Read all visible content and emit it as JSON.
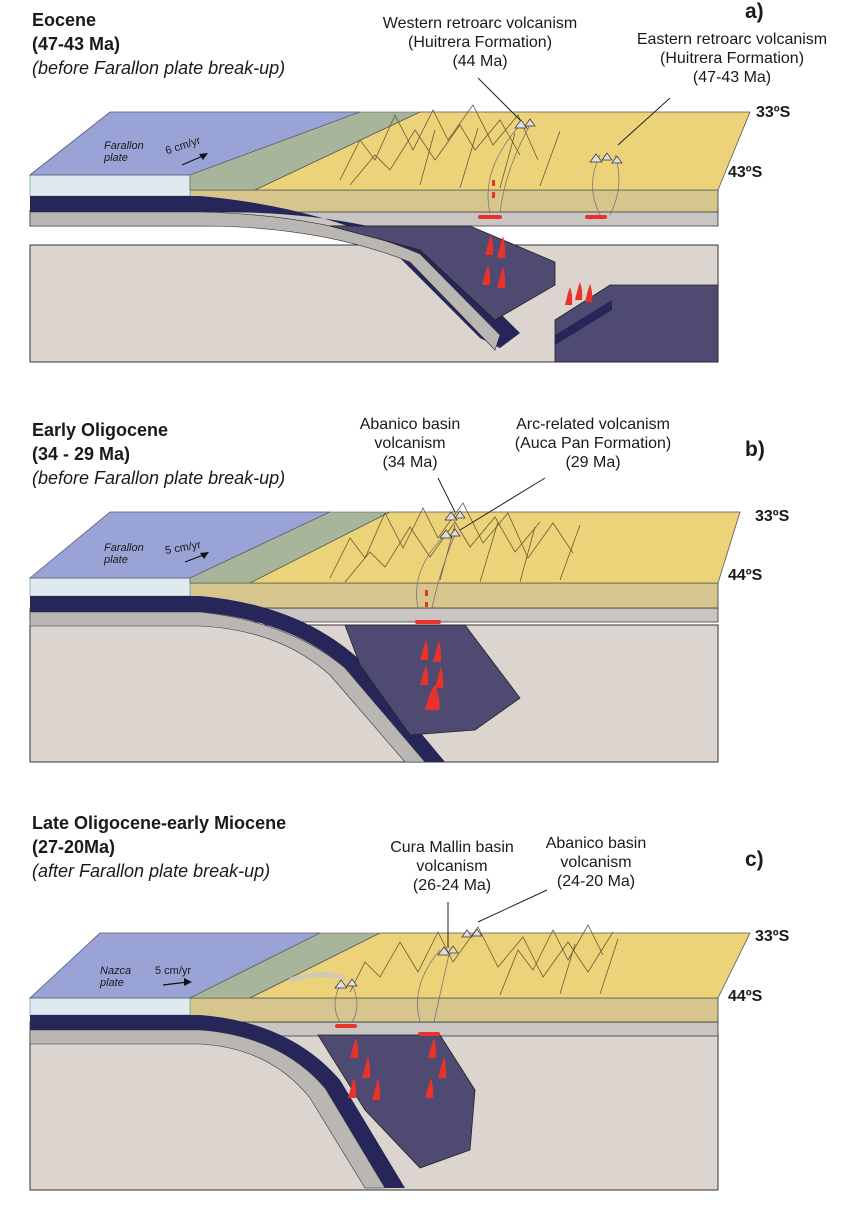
{
  "panels": [
    {
      "letter": "a)",
      "title": "Eocene",
      "age": "(47-43 Ma)",
      "note": "(before Farallon plate break-up)",
      "plate_name": [
        "Farallon",
        "plate"
      ],
      "rate": "6 cm/yr",
      "lat_north": "33ºS",
      "lat_south": "43ºS",
      "annotations": [
        {
          "lines": [
            "Western retroarc volcanism",
            "(Huitrera Formation)",
            "(44 Ma)"
          ]
        },
        {
          "lines": [
            "Eastern retroarc volcanism",
            "(Huitrera Formation)",
            "(47-43 Ma)"
          ]
        }
      ]
    },
    {
      "letter": "b)",
      "title": "Early Oligocene",
      "age": "(34 - 29 Ma)",
      "note": "(before Farallon plate break-up)",
      "plate_name": [
        "Farallon",
        "plate"
      ],
      "rate": "5 cm/yr",
      "lat_north": "33ºS",
      "lat_south": "44ºS",
      "annotations": [
        {
          "lines": [
            "Abanico basin",
            "volcanism",
            "(34 Ma)"
          ]
        },
        {
          "lines": [
            "Arc-related volcanism",
            "(Auca Pan Formation)",
            "(29 Ma)"
          ]
        }
      ]
    },
    {
      "letter": "c)",
      "title": "Late Oligocene-early Miocene",
      "age": "(27-20Ma)",
      "note": "(after Farallon plate break-up)",
      "plate_name": [
        "Nazca",
        "plate"
      ],
      "rate": "5 cm/yr",
      "lat_north": "33ºS",
      "lat_south": "44ºS",
      "annotations": [
        {
          "lines": [
            "Cura Mallin basin",
            "volcanism",
            "(26-24 Ma)"
          ]
        },
        {
          "lines": [
            "Abanico basin",
            "volcanism",
            "(24-20 Ma)"
          ]
        }
      ]
    }
  ],
  "colors": {
    "ocean": "#9aa3d6",
    "water_top": "#d4e6ee",
    "shelf": "#a9b59a",
    "land": "#ecd37a",
    "crust": "#d6c68e",
    "lower_crust": "#c8c5c2",
    "mantle": "#dcd5cf",
    "slab": "#4e4a72",
    "slab_edge": "#26265a",
    "magma": "#e8332a"
  }
}
